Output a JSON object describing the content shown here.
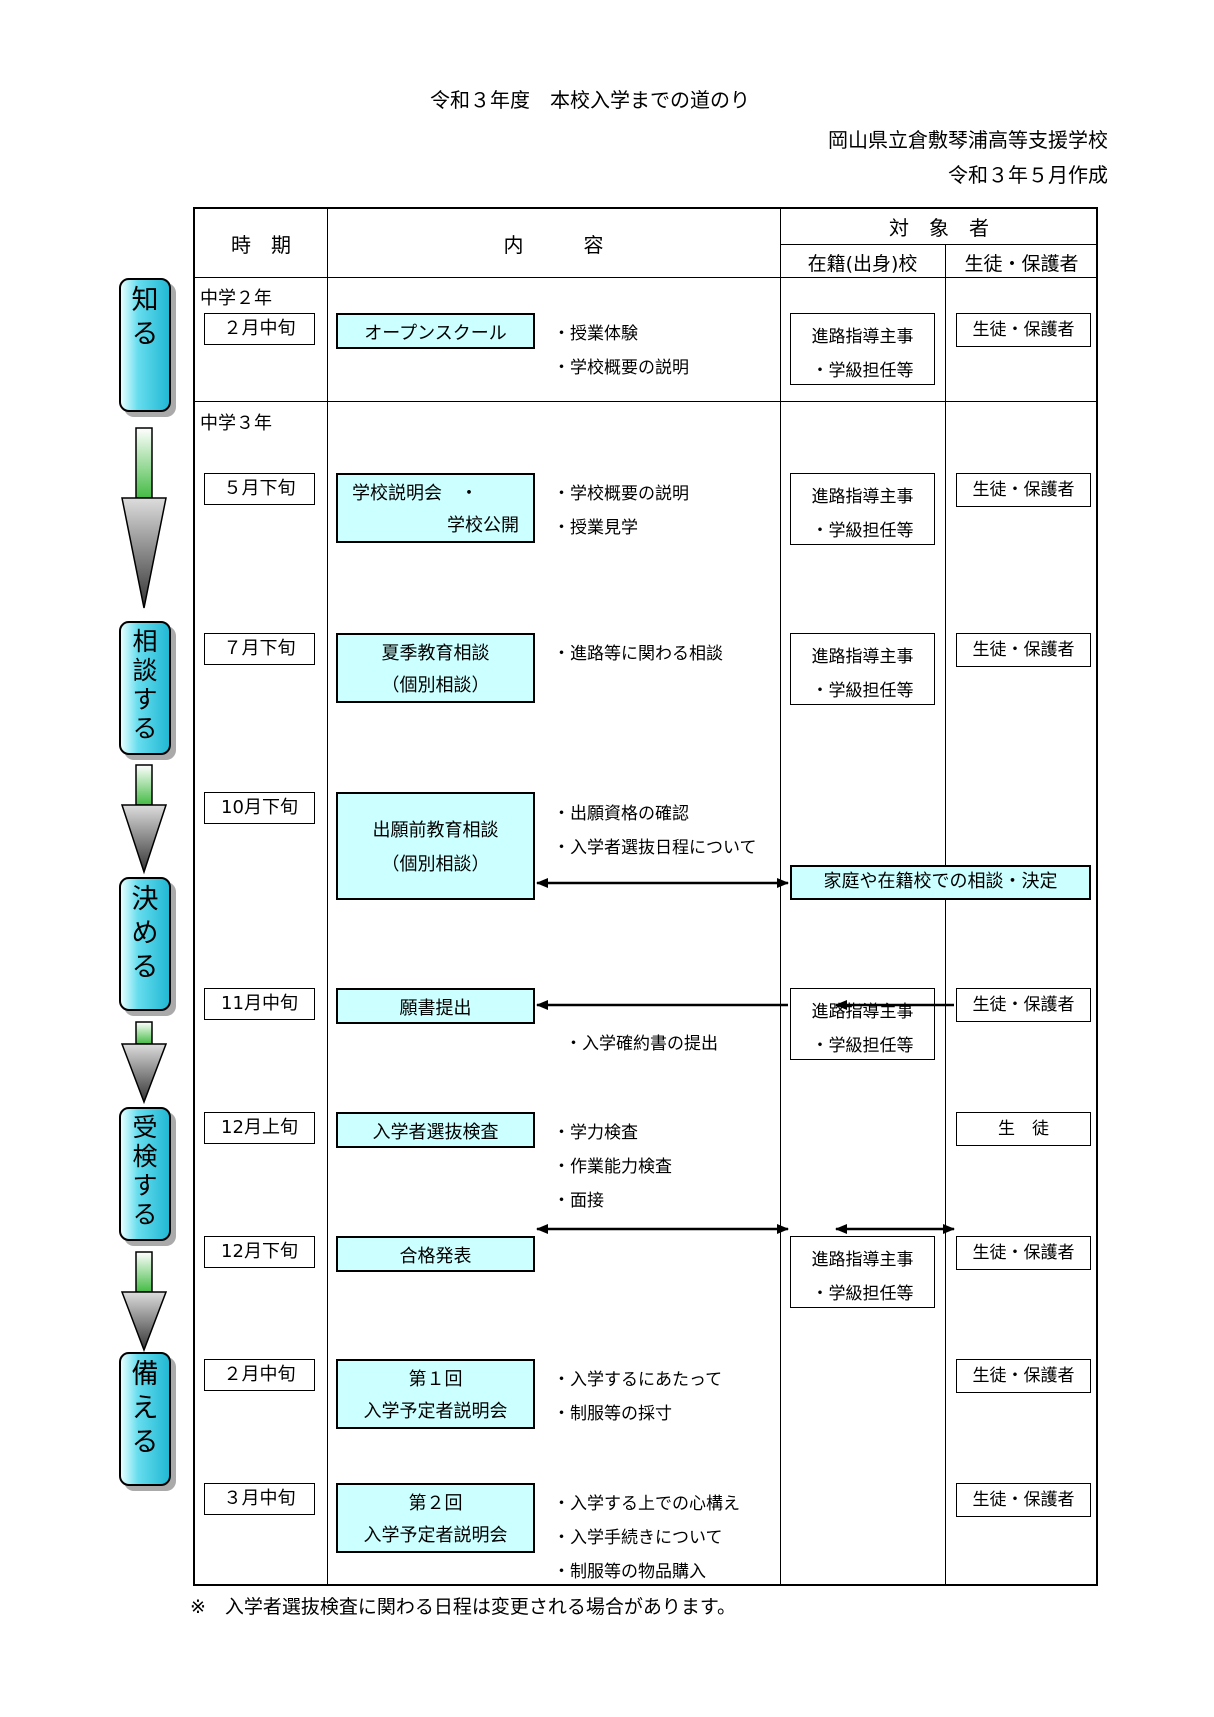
{
  "header": {
    "title": "令和３年度　本校入学までの道のり",
    "school": "岡山県立倉敷琴浦高等支援学校",
    "created": "令和３年５月作成"
  },
  "table_header": {
    "period": "時　期",
    "content": "内　　　容",
    "target": "対　象　者",
    "target_school": "在籍(出身)校",
    "target_family": "生徒・保護者"
  },
  "grades": {
    "g2": "中学２年",
    "g3": "中学３年"
  },
  "stages": [
    {
      "chars": [
        "知",
        "る"
      ]
    },
    {
      "chars": [
        "相",
        "談",
        "す",
        "る"
      ]
    },
    {
      "chars": [
        "決",
        "め",
        "る"
      ]
    },
    {
      "chars": [
        "受",
        "検",
        "す",
        "る"
      ]
    },
    {
      "chars": [
        "備",
        "え",
        "る"
      ]
    }
  ],
  "events": [
    {
      "period": "２月中旬",
      "lines": [
        "オープンスクール"
      ],
      "details": [
        "・授業体験",
        "・学校概要の説明"
      ],
      "school": [
        "進路指導主事",
        "・学級担任等"
      ],
      "family": "生徒・保護者"
    },
    {
      "period": "５月下旬",
      "lines": [
        "学校説明会　・",
        "学校公開"
      ],
      "details": [
        "・学校概要の説明",
        "・授業見学"
      ],
      "school": [
        "進路指導主事",
        "・学級担任等"
      ],
      "family": "生徒・保護者"
    },
    {
      "period": "７月下旬",
      "lines": [
        "夏季教育相談",
        "（個別相談）"
      ],
      "details": [
        "・進路等に関わる相談"
      ],
      "school": [
        "進路指導主事",
        "・学級担任等"
      ],
      "family": "生徒・保護者"
    },
    {
      "period": "10月下旬",
      "lines": [
        "出願前教育相談",
        "（個別相談）"
      ],
      "details": [
        "・出願資格の確認",
        "・入学者選抜日程について"
      ],
      "wide": "家庭や在籍校での相談・決定"
    },
    {
      "period": "11月中旬",
      "lines": [
        "願書提出"
      ],
      "details": [
        "・入学確約書の提出"
      ],
      "school": [
        "進路指導主事",
        "・学級担任等"
      ],
      "family": "生徒・保護者"
    },
    {
      "period": "12月上旬",
      "lines": [
        "入学者選抜検査"
      ],
      "details": [
        "・学力検査",
        "・作業能力検査",
        "・面接"
      ],
      "family": "生　徒"
    },
    {
      "period": "12月下旬",
      "lines": [
        "合格発表"
      ],
      "details": [],
      "school": [
        "進路指導主事",
        "・学級担任等"
      ],
      "family": "生徒・保護者"
    },
    {
      "period": "２月中旬",
      "lines": [
        "第１回",
        "入学予定者説明会"
      ],
      "details": [
        "・入学するにあたって",
        "・制服等の採寸"
      ],
      "family": "生徒・保護者"
    },
    {
      "period": "３月中旬",
      "lines": [
        "第２回",
        "入学予定者説明会"
      ],
      "details": [
        "・入学する上での心構え",
        "・入学手続きについて",
        "・制服等の物品購入"
      ],
      "family": "生徒・保護者"
    }
  ],
  "footer_note": "※　入学者選抜検査に関わる日程は変更される場合があります。",
  "colors": {
    "box_fill": "#ccffff",
    "stage_fill": "#22b8d4"
  }
}
